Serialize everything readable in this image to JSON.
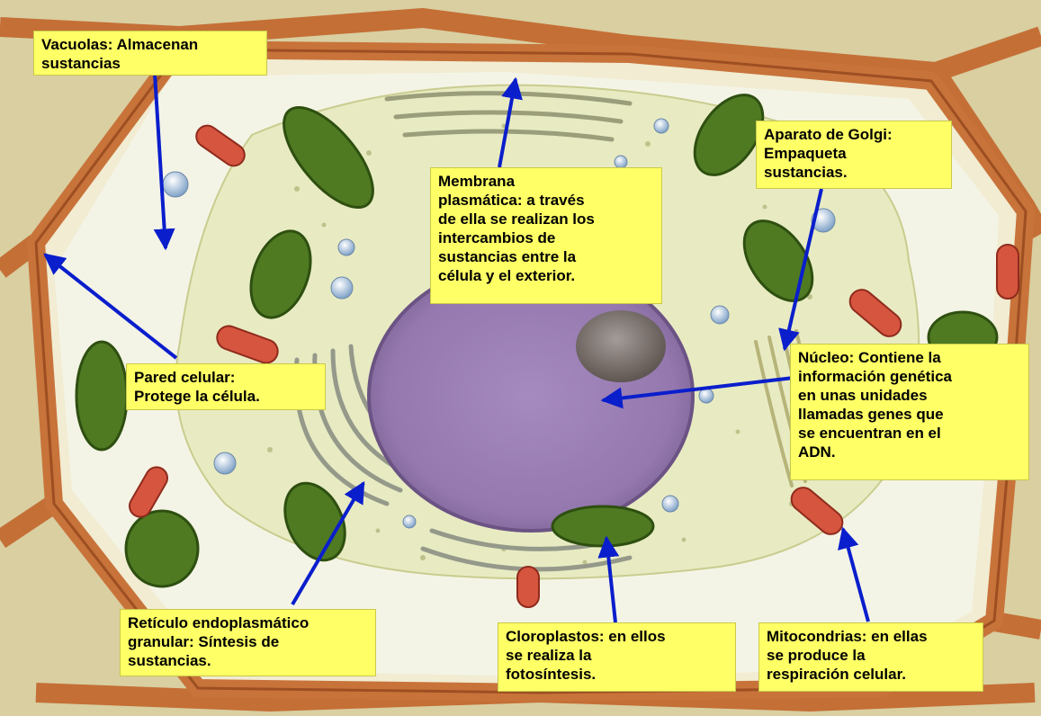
{
  "labels": {
    "vacuolas": "Vacuolas: Almacenan\nsustancias",
    "membrana": "Membrana\nplasmática: a través\nde ella se realizan los\nintercambios de\nsustancias entre la\ncélula y el exterior.",
    "golgi": "Aparato de Golgi:\nEmpaqueta\nsustancias.",
    "pared": "Pared celular:\nProtege la célula.",
    "nucleo": "Núcleo: Contiene la\ninformación genética\nen unas unidades\nllamadas genes que\nse encuentran en el\nADN.",
    "reticulo": "Retículo endoplasmático\ngranular: Síntesis de\nsustancias.",
    "cloroplastos": "Cloroplastos: en ellos\nse realiza la\nfotosíntesis.",
    "mitocondrias": "Mitocondrias: en ellas\nse produce la\nrespiración celular."
  },
  "colors": {
    "label_bg": "#ffff66",
    "arrow": "#0a1ecc",
    "cell_wall": "#c8733a",
    "cytoplasm": "#e9ecc4",
    "nucleus": "#9a7fb3",
    "chloroplast": "#4f7a22",
    "mitochondria": "#d6553f",
    "vacuole": "#f3f3e3"
  }
}
